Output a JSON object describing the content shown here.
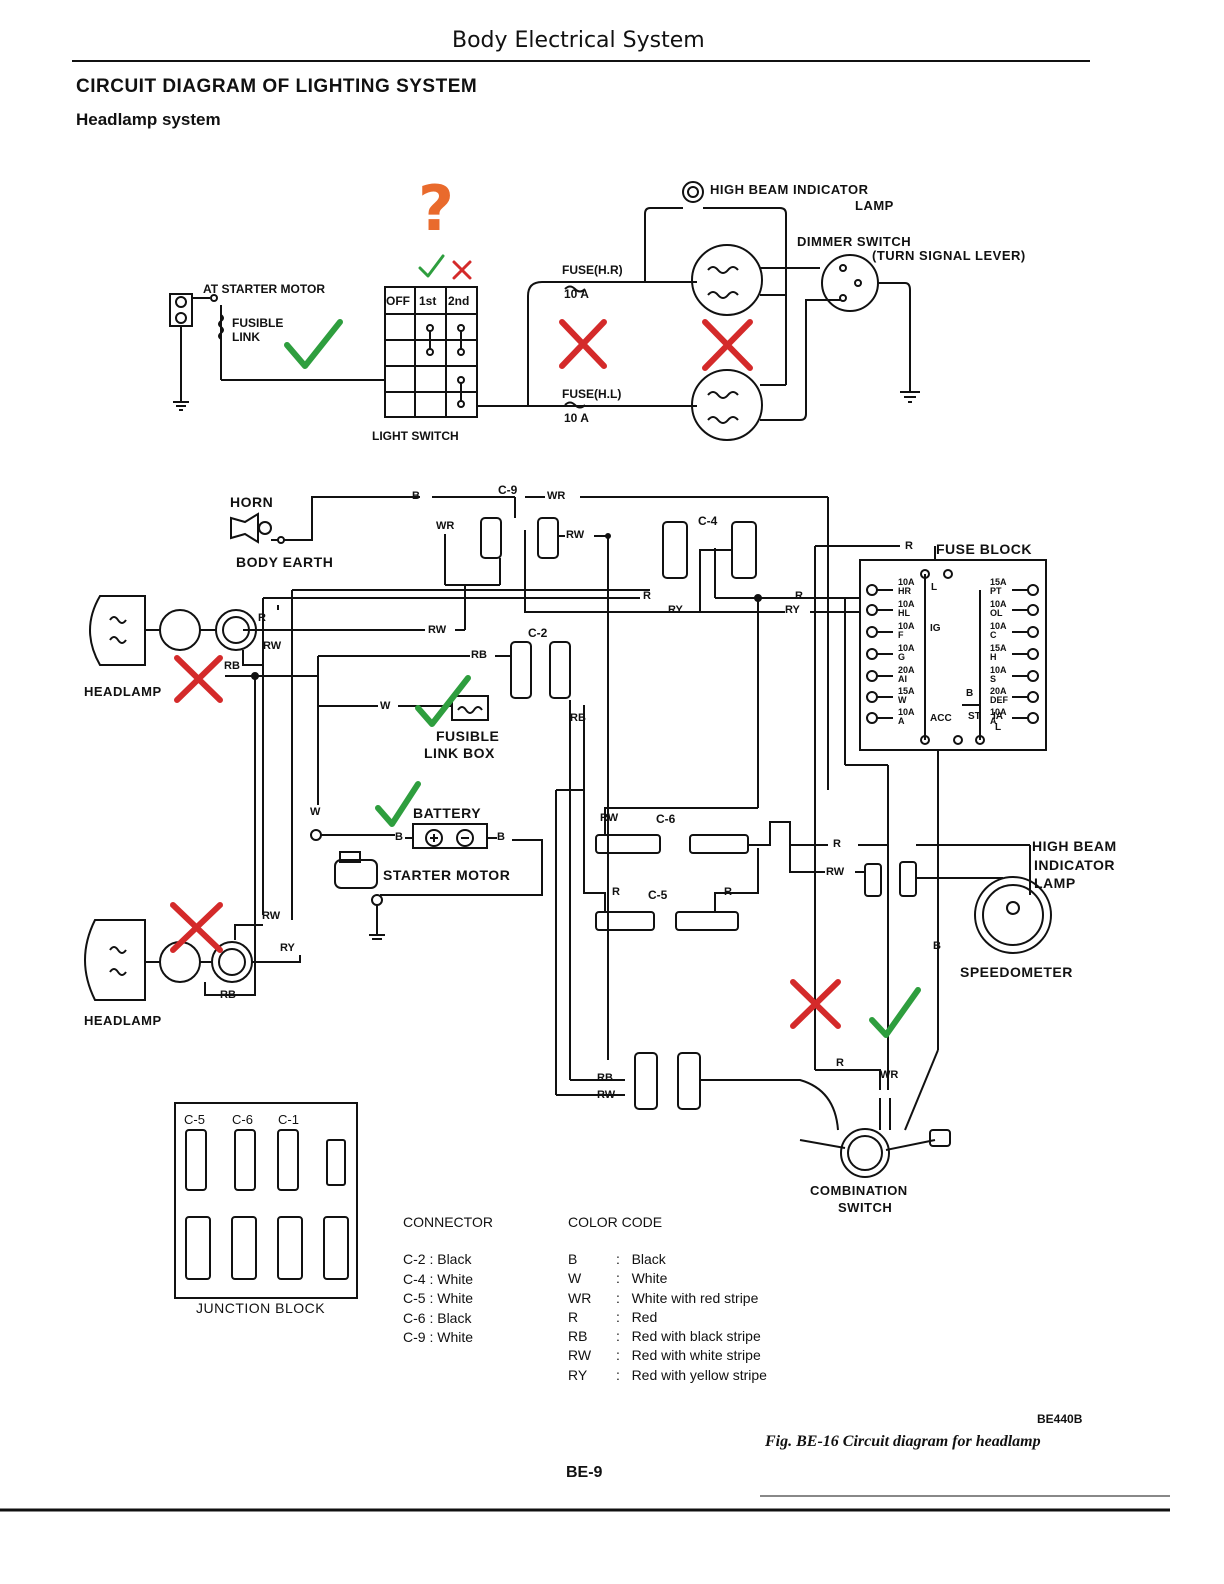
{
  "header": {
    "section_title": "Body Electrical System"
  },
  "page": {
    "title": "CIRCUIT DIAGRAM OF LIGHTING SYSTEM",
    "subtitle": "Headlamp system",
    "page_number": "BE-9",
    "figure_id": "BE440B",
    "figure_caption": "Fig. BE-16  Circuit diagram for headlamp"
  },
  "upper_diagram": {
    "at_starter_motor": "AT STARTER MOTOR",
    "fusible_link": [
      "FUSIBLE",
      "LINK"
    ],
    "switch_positions": [
      "OFF",
      "1st",
      "2nd"
    ],
    "light_switch": "LIGHT  SWITCH",
    "fuse_hr": {
      "name": "FUSE(H.R)",
      "rating": "10 A"
    },
    "fuse_hl": {
      "name": "FUSE(H.L)",
      "rating": "10 A"
    },
    "high_beam_indicator": [
      "HIGH BEAM INDICATOR",
      "LAMP"
    ],
    "dimmer_switch": [
      "DIMMER  SWITCH",
      "(TURN SIGNAL LEVER)"
    ]
  },
  "lower_diagram": {
    "horn": "HORN",
    "body_earth": "BODY  EARTH",
    "headlamp": "HEADLAMP",
    "fusible_link_box": [
      "FUSIBLE",
      "LINK  BOX"
    ],
    "battery": "BATTERY",
    "starter_motor": "STARTER MOTOR",
    "fuse_block": "FUSE  BLOCK",
    "high_beam_indicator": [
      "HIGH  BEAM",
      "INDICATOR",
      "LAMP"
    ],
    "speedometer": "SPEEDOMETER",
    "combination_switch": [
      "COMBINATION",
      "SWITCH"
    ],
    "junction_block": "JUNCTION  BLOCK",
    "connectors": [
      "C-9",
      "C-4",
      "C-2",
      "C-6",
      "C-5",
      "C-1"
    ],
    "wire_codes": {
      "b": "B",
      "w": "W",
      "wr": "WR",
      "r": "R",
      "rb": "RB",
      "rw": "RW",
      "ry": "RY"
    },
    "fuse_left": [
      {
        "rating": "10A",
        "code": "HR"
      },
      {
        "rating": "10A",
        "code": "HL"
      },
      {
        "rating": "10A",
        "code": "F"
      },
      {
        "rating": "10A",
        "code": "G"
      },
      {
        "rating": "20A",
        "code": "AI"
      },
      {
        "rating": "15A",
        "code": "W"
      },
      {
        "rating": "10A",
        "code": "A"
      }
    ],
    "fuse_right": [
      {
        "rating": "15A",
        "code": "PT"
      },
      {
        "rating": "10A",
        "code": "OL"
      },
      {
        "rating": "10A",
        "code": "C"
      },
      {
        "rating": "15A",
        "code": "H"
      },
      {
        "rating": "10A",
        "code": "S"
      },
      {
        "rating": "20A",
        "code": "DEF"
      },
      {
        "rating": "10A",
        "code": "A"
      }
    ],
    "fuse_terminals": {
      "l": "L",
      "ig": "IG",
      "acc": "ACC",
      "st": "ST",
      "ia": "IA",
      "l2": "L",
      "b": "B"
    }
  },
  "legend": {
    "connector_title": "CONNECTOR",
    "connectors": [
      {
        "id": "C-2",
        "color": "Black"
      },
      {
        "id": "C-4",
        "color": "White"
      },
      {
        "id": "C-5",
        "color": "White"
      },
      {
        "id": "C-6",
        "color": "Black"
      },
      {
        "id": "C-9",
        "color": "White"
      }
    ],
    "color_title": "COLOR  CODE",
    "colors": [
      {
        "code": "B",
        "meaning": "Black"
      },
      {
        "code": "W",
        "meaning": "White"
      },
      {
        "code": "WR",
        "meaning": "White with red stripe"
      },
      {
        "code": "R",
        "meaning": "Red"
      },
      {
        "code": "RB",
        "meaning": "Red with black stripe"
      },
      {
        "code": "RW",
        "meaning": "Red with white stripe"
      },
      {
        "code": "RY",
        "meaning": "Red with yellow stripe"
      }
    ]
  },
  "annotations": {
    "question_mark": "?",
    "ok_color": "#2e9e3e",
    "bad_color": "#d42a2a",
    "question_color": "#e96a2c"
  }
}
